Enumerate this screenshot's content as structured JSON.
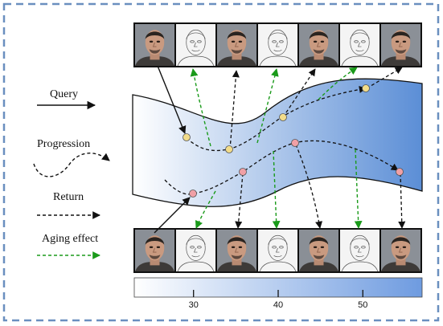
{
  "legend": {
    "query": "Query",
    "progression": "Progression",
    "return": "Return",
    "aging_effect": "Aging effect"
  },
  "colorbar": {
    "ticks": [
      30,
      40,
      50
    ],
    "range": [
      23,
      57
    ]
  },
  "colors": {
    "frame": "#6a8fbf",
    "manifold_light": "#ffffff",
    "manifold_dark": "#5b8ed6",
    "aging_arrow": "#1a9a1a",
    "progression_node": "#f2dc8a",
    "return_node": "#f0a0a6"
  },
  "image_rows": {
    "top": [
      "face",
      "sketch",
      "face",
      "sketch",
      "face",
      "sketch",
      "face"
    ],
    "bottom": [
      "face",
      "sketch",
      "face",
      "sketch",
      "face",
      "sketch",
      "face"
    ]
  }
}
